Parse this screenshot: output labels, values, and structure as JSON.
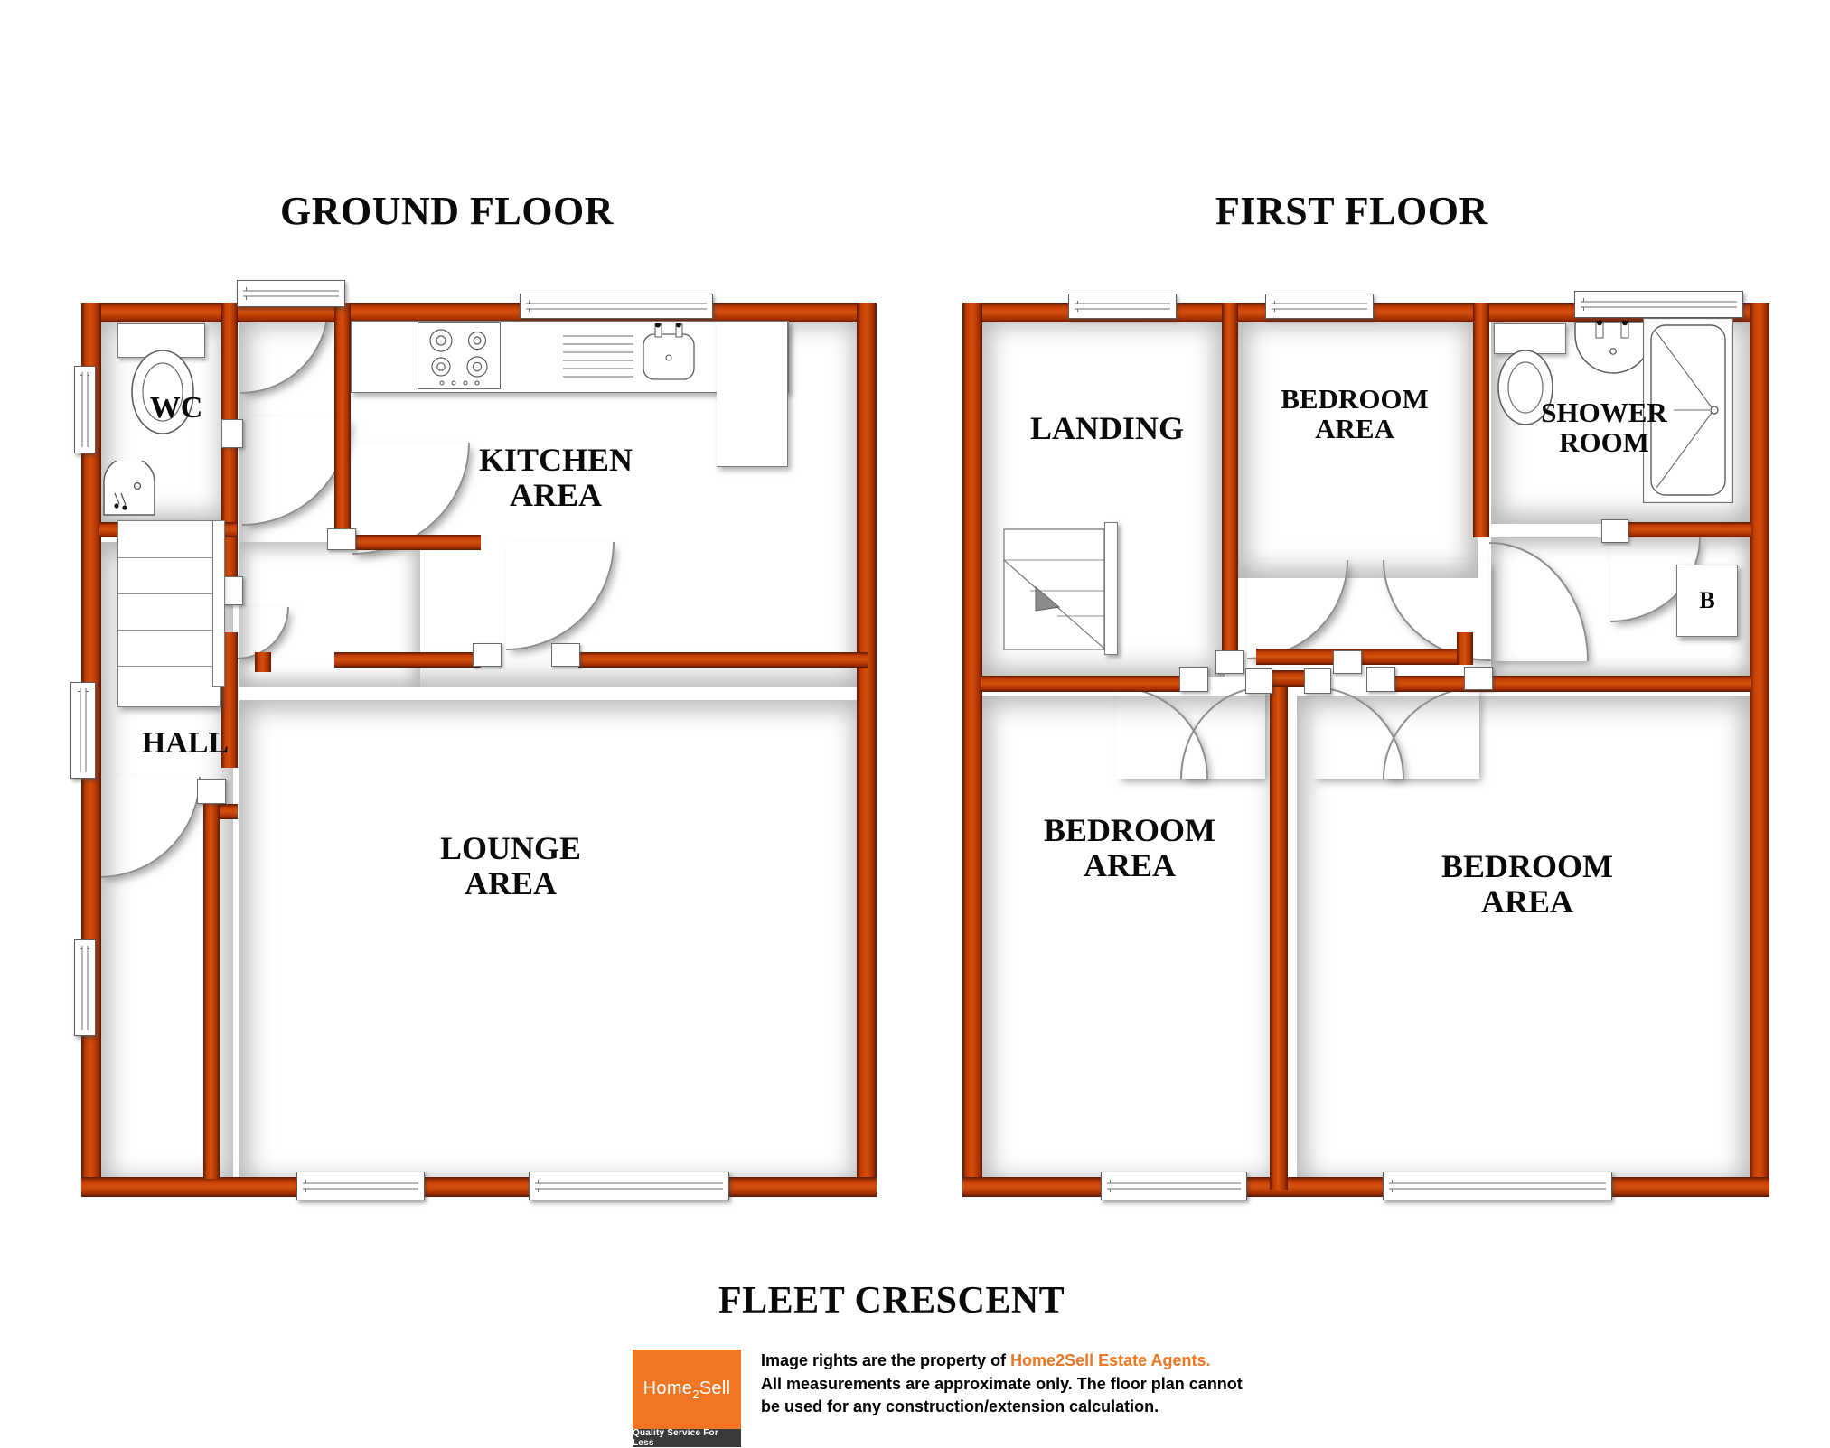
{
  "document": {
    "type": "floor-plan",
    "property_title": "FLEET CRESCENT",
    "floors": [
      {
        "id": "ground",
        "title": "GROUND FLOOR"
      },
      {
        "id": "first",
        "title": "FIRST FLOOR"
      }
    ]
  },
  "ground_floor": {
    "title": "GROUND FLOOR",
    "rooms": [
      {
        "key": "wc",
        "label": "WC"
      },
      {
        "key": "kitchen",
        "label": "KITCHEN\nAREA"
      },
      {
        "key": "hall",
        "label": "HALL"
      },
      {
        "key": "lounge",
        "label": "LOUNGE\nAREA"
      }
    ],
    "fixtures": [
      {
        "key": "toilet",
        "name": "toilet"
      },
      {
        "key": "basin",
        "name": "wash-basin"
      },
      {
        "key": "hob",
        "name": "cooker-hob"
      },
      {
        "key": "sink",
        "name": "kitchen-sink"
      },
      {
        "key": "worktop",
        "name": "kitchen-worktop"
      },
      {
        "key": "stairs",
        "name": "staircase"
      }
    ]
  },
  "first_floor": {
    "title": "FIRST FLOOR",
    "rooms": [
      {
        "key": "landing",
        "label": "LANDING"
      },
      {
        "key": "bedroom_t",
        "label": "BEDROOM\nAREA"
      },
      {
        "key": "shower",
        "label": "SHOWER\nROOM"
      },
      {
        "key": "bedroom_l",
        "label": "BEDROOM\nAREA"
      },
      {
        "key": "bedroom_r",
        "label": "BEDROOM\nAREA"
      }
    ],
    "fixtures": [
      {
        "key": "toilet",
        "name": "toilet"
      },
      {
        "key": "basin",
        "name": "wash-basin"
      },
      {
        "key": "shower",
        "name": "shower-enclosure"
      },
      {
        "key": "stairs",
        "name": "staircase-down"
      },
      {
        "key": "cupboard",
        "name": "boiler-cupboard",
        "label": "B"
      }
    ]
  },
  "footer": {
    "logo": {
      "name": "Home2Sell",
      "word_before": "Home",
      "word_sub": "2",
      "word_after": "Sell",
      "strapline": "Quality Service For Less"
    },
    "rights_line1_pre": "Image rights are the property of ",
    "rights_line1_brand": "Home2Sell Estate Agents.",
    "rights_line2": "All measurements are approximate only. The floor plan cannot",
    "rights_line3": "be used for any construction/extension calculation."
  },
  "colors": {
    "wall": "#c43d06",
    "wall_dark": "#5d1a03",
    "brand_orange": "#ef7622",
    "text": "#0b0a0a",
    "strip": "#3a3a3a"
  }
}
